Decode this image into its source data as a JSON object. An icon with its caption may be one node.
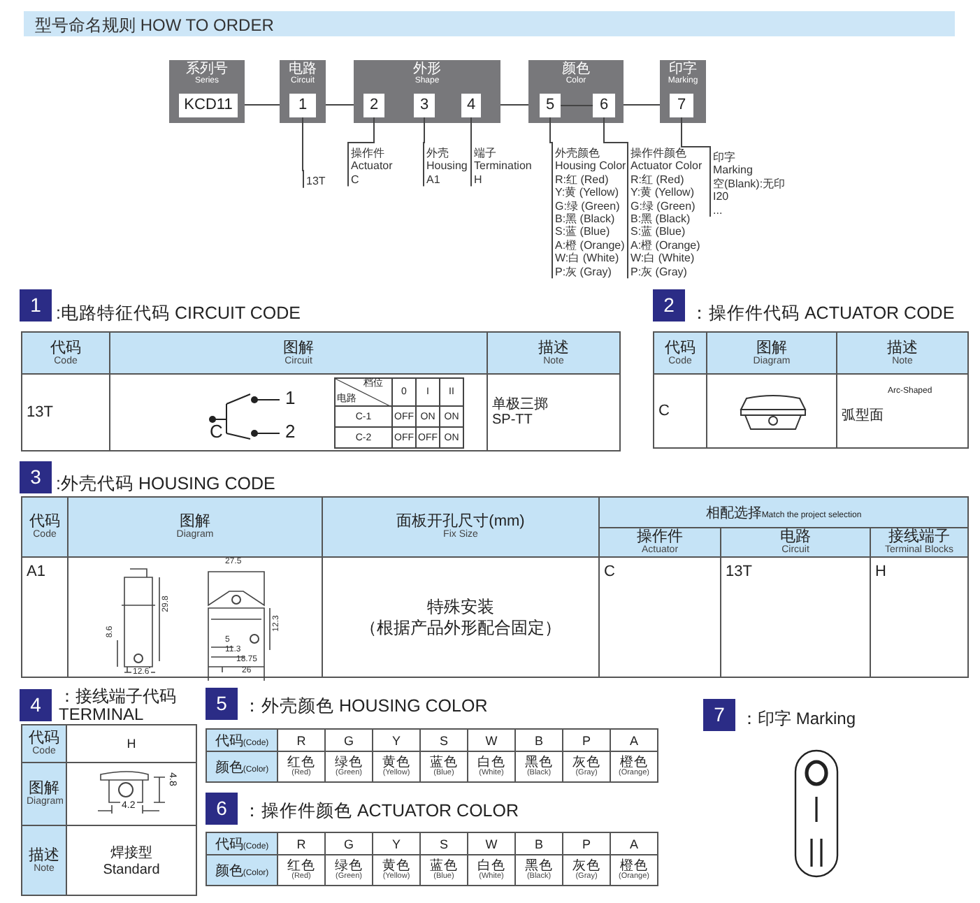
{
  "diagram": {
    "title": "型号命名规则 HOW TO ORDER",
    "nodes": [
      {
        "text": [
          "系列号",
          "Series"
        ]
      },
      {
        "text": [
          "KCD11"
        ],
        "in": 0
      },
      {
        "text": [
          "电路",
          "Circuit"
        ]
      },
      {
        "text": [
          "1"
        ],
        "in": 2
      },
      {
        "text": [
          "外形",
          "Shape"
        ]
      },
      {
        "text": [
          "2"
        ],
        "in": 4
      },
      {
        "text": [
          "3"
        ],
        "in": 4
      },
      {
        "text": [
          "4"
        ],
        "in": 4
      },
      {
        "text": [
          "颜色",
          "Color"
        ]
      },
      {
        "text": [
          "5"
        ],
        "in": 8
      },
      {
        "text": [
          "6"
        ],
        "in": 8
      },
      {
        "text": [
          "印字",
          "Marking"
        ]
      },
      {
        "text": [
          "7"
        ],
        "in": 11
      },
      {
        "text": [
          "13T"
        ]
      },
      {
        "text": [
          "操作件",
          "Actuator",
          "C"
        ]
      },
      {
        "text": [
          "外壳",
          "Housing",
          "A1"
        ]
      },
      {
        "text": [
          "端子",
          "Termination",
          "H"
        ]
      },
      {
        "text": [
          "外壳颜色",
          "Housing Color",
          "R:红 (Red)",
          "Y:黄 (Yellow)",
          "G:绿 (Green)",
          "B:黑 (Black)",
          "S:蓝 (Blue)",
          "A:橙 (Orange)",
          "W:白 (White)",
          "P:灰 (Gray)"
        ]
      },
      {
        "text": [
          "操作件颜色",
          "Actuator Color",
          "R:红 (Red)",
          "Y:黄 (Yellow)",
          "G:绿 (Green)",
          "B:黑 (Black)",
          "S:蓝 (Blue)",
          "A:橙 (Orange)",
          "W:白 (White)",
          "P:灰 (Gray)"
        ]
      },
      {
        "text": [
          "印字",
          "Marking",
          "空(Blank):无印",
          "I20",
          "..."
        ]
      }
    ],
    "edges": [
      {
        "from": 0,
        "to": 2,
        "arrow": "none"
      },
      {
        "from": 2,
        "to": 4,
        "arrow": "none"
      },
      {
        "from": 4,
        "to": 8,
        "arrow": "none"
      },
      {
        "from": 8,
        "to": 11,
        "arrow": "none"
      },
      {
        "from": 9,
        "to": 10,
        "arrow": "none"
      },
      {
        "from": 3,
        "to": 13,
        "arrow": "none"
      },
      {
        "from": 5,
        "to": 14,
        "arrow": "none"
      },
      {
        "from": 6,
        "to": 15,
        "arrow": "none"
      },
      {
        "from": 7,
        "to": 16,
        "arrow": "none"
      },
      {
        "from": 9,
        "to": 17,
        "arrow": "none"
      },
      {
        "from": 10,
        "to": 18,
        "arrow": "none"
      },
      {
        "from": 12,
        "to": 19,
        "arrow": "none"
      }
    ],
    "labels": [
      "1",
      ":电路特征代码 CIRCUIT CODE",
      "代码",
      "Code",
      "图解",
      "Circuit",
      "描述",
      "Note",
      "13T",
      "1",
      "C",
      "2",
      "档位",
      "电路",
      "0",
      "I",
      "II",
      "C-1",
      "OFF",
      "ON",
      "ON",
      "C-2",
      "OFF",
      "OFF",
      "ON",
      "单极三掷",
      "SP-TT",
      "2",
      "：操作件代码 ACTUATOR CODE",
      "代码",
      "Code",
      "图解",
      "Diagram",
      "描述",
      "Note",
      "C",
      "弧型面",
      "Arc-Shaped",
      "3",
      ":外壳代码 HOUSING CODE",
      "代码",
      "Code",
      "图解",
      "Diagram",
      "面板开孔尺寸(mm)",
      "Fix Size",
      "相配选择",
      "Match the project selection",
      "操作件",
      "Actuator",
      "电路",
      "Circuit",
      "接线端子",
      "Terminal Blocks",
      "A1",
      "27.5",
      "29.8",
      "8.6",
      "12.3",
      "5",
      "11.3",
      "12.6",
      "18.75",
      "26",
      "特殊安装",
      "（根据产品外形配合固定）",
      "C",
      "13T",
      "H",
      "4",
      "：接线端子代码 TERMINAL",
      "代码",
      "Code",
      "H",
      "图解",
      "Diagram",
      "4.8",
      "4.2",
      "描述",
      "Note",
      "焊接型",
      "Standard",
      "5",
      "：外壳颜色 HOUSING COLOR",
      "代码",
      "(Code)",
      "R",
      "G",
      "Y",
      "S",
      "W",
      "B",
      "P",
      "A",
      "颜色",
      "(Color)",
      "红色",
      "(Red)",
      "绿色",
      "(Green)",
      "黄色",
      "(Yellow)",
      "蓝色",
      "(Blue)",
      "白色",
      "(White)",
      "黑色",
      "(Black)",
      "灰色",
      "(Gray)",
      "橙色",
      "(Orange)",
      "6",
      "：操作件颜色 ACTUATOR COLOR",
      "代码",
      "(Code)",
      "R",
      "G",
      "Y",
      "S",
      "W",
      "B",
      "P",
      "A",
      "颜色",
      "(Color)",
      "红色",
      "(Red)",
      "绿色",
      "(Green)",
      "黄色",
      "(Yellow)",
      "蓝色",
      "(Blue)",
      "白色",
      "(White)",
      "黑色",
      "(Black)",
      "灰色",
      "(Gray)",
      "橙色",
      "(Orange)",
      "7",
      "：印字 Marking"
    ]
  }
}
